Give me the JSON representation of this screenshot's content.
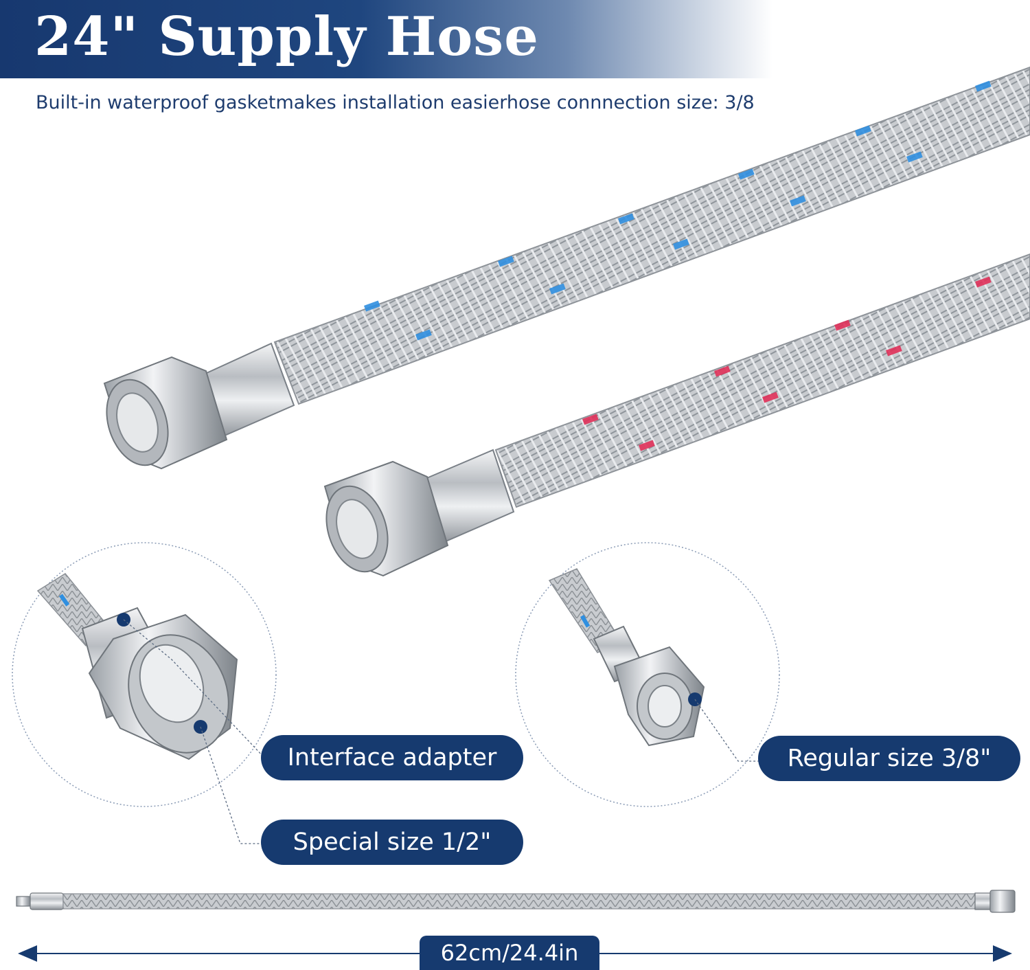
{
  "header": {
    "title": "24\" Supply Hose",
    "subtitle": "Built-in waterproof gasketmakes installation easierhose connnection size: 3/8"
  },
  "callouts": {
    "interface_adapter": "Interface adapter",
    "special_size": "Special size 1/2\"",
    "regular_size": "Regular size 3/8\""
  },
  "measurement": {
    "length_label": "62cm/24.4in"
  },
  "colors": {
    "brand_navy": "#163a6f",
    "braid_silver": "#c9ccd0",
    "cold_stripe": "#2f8fe0",
    "hot_stripe": "#e0305a"
  }
}
